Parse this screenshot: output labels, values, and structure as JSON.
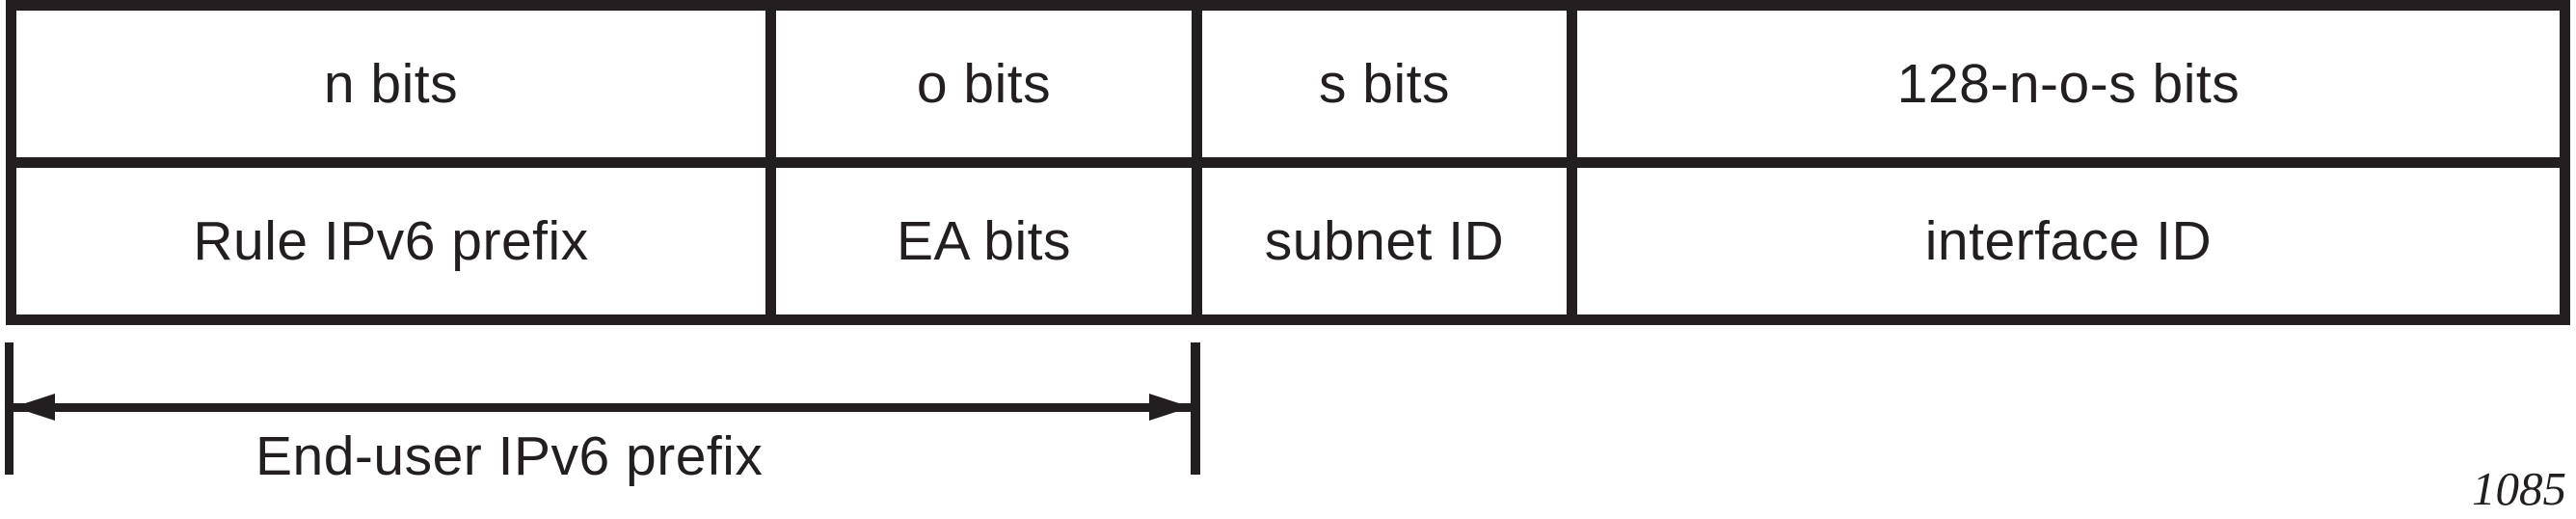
{
  "figure": {
    "ink_color": "#231f20",
    "table": {
      "rows": [
        {
          "cells": [
            "n bits",
            "o bits",
            "s bits",
            "128-n-o-s bits"
          ]
        },
        {
          "cells": [
            "Rule IPv6 prefix",
            "EA bits",
            "subnet ID",
            "interface ID"
          ]
        }
      ]
    },
    "arrow": {
      "label": "End-user IPv6 prefix"
    },
    "figure_number": "1085"
  }
}
